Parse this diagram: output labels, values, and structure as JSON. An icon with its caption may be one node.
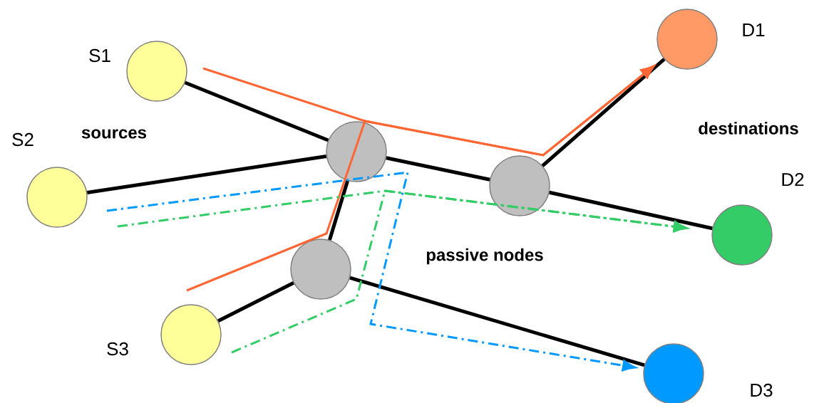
{
  "diagram": {
    "nodes": [
      {
        "text": [],
        "shape": "circle",
        "beside": [
          "S1"
        ]
      },
      {
        "text": [],
        "shape": "circle",
        "beside": [
          "S2"
        ]
      },
      {
        "text": [],
        "shape": "circle",
        "beside": [
          "S3"
        ]
      },
      {
        "text": [],
        "shape": "circle"
      },
      {
        "text": [],
        "shape": "circle"
      },
      {
        "text": [],
        "shape": "circle"
      },
      {
        "text": [],
        "shape": "circle",
        "beside": [
          "D1"
        ]
      },
      {
        "text": [],
        "shape": "circle",
        "beside": [
          "D2"
        ]
      },
      {
        "text": [],
        "shape": "circle",
        "beside": [
          "D3"
        ]
      }
    ],
    "edges": [
      {
        "from": 0,
        "to": 3,
        "arrow": "none"
      },
      {
        "from": 1,
        "to": 3,
        "arrow": "none"
      },
      {
        "from": 3,
        "to": 5,
        "arrow": "none"
      },
      {
        "from": 2,
        "to": 5,
        "arrow": "none"
      },
      {
        "from": 3,
        "to": 4,
        "arrow": "none"
      },
      {
        "from": 4,
        "to": 6,
        "arrow": "none"
      },
      {
        "from": 4,
        "to": 7,
        "arrow": "none"
      },
      {
        "from": 5,
        "to": 8,
        "arrow": "none"
      },
      {
        "from": null,
        "to": 6,
        "arrow": "to",
        "color": "#ff6633"
      },
      {
        "from": null,
        "to": 6,
        "arrow": "to",
        "color": "#ff6633"
      },
      {
        "from": null,
        "to": 8,
        "arrow": "to",
        "style": "dashed",
        "color": "#0099ff"
      },
      {
        "from": null,
        "to": 7,
        "arrow": "to",
        "style": "dashed",
        "color": "#33cc66"
      },
      {
        "from": null,
        "to": 7,
        "arrow": "to",
        "style": "dashed",
        "color": "#33cc66"
      }
    ],
    "labels": [
      "sources",
      "destinations",
      "passive nodes"
    ]
  }
}
